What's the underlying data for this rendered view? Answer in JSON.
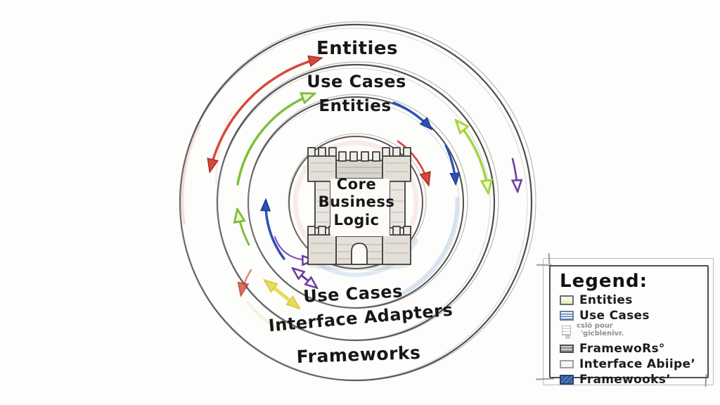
{
  "diagram": {
    "rings": {
      "outer_top_label": "Entities",
      "middle_top_label": "Use Cases",
      "inner_top_label": "Entities",
      "inner_bottom_label": "Use Cases",
      "middle_bottom_label": "Interface Adapters",
      "outer_bottom_label": "Frameworks"
    },
    "center": {
      "line1": "Core",
      "line2": "Business",
      "line3": "Logic"
    },
    "colors": {
      "red": "#d64a3c",
      "green_left": "#7fbf3c",
      "green_right": "#a6d43f",
      "blue": "#2d50b5",
      "purple": "#6a3f9e",
      "yellow": "#e9d94f",
      "pencil": "#2f2f2f"
    }
  },
  "legend": {
    "title": "Legend:",
    "items": [
      {
        "label": "Entities"
      },
      {
        "label": "Use Cases"
      },
      {
        "label": "csló pour",
        "sublabel": "'gicblenivr."
      },
      {
        "label": "FramewoRs°"
      },
      {
        "label": "Interface Abiipe’"
      },
      {
        "label": "Framewooks’"
      }
    ]
  }
}
